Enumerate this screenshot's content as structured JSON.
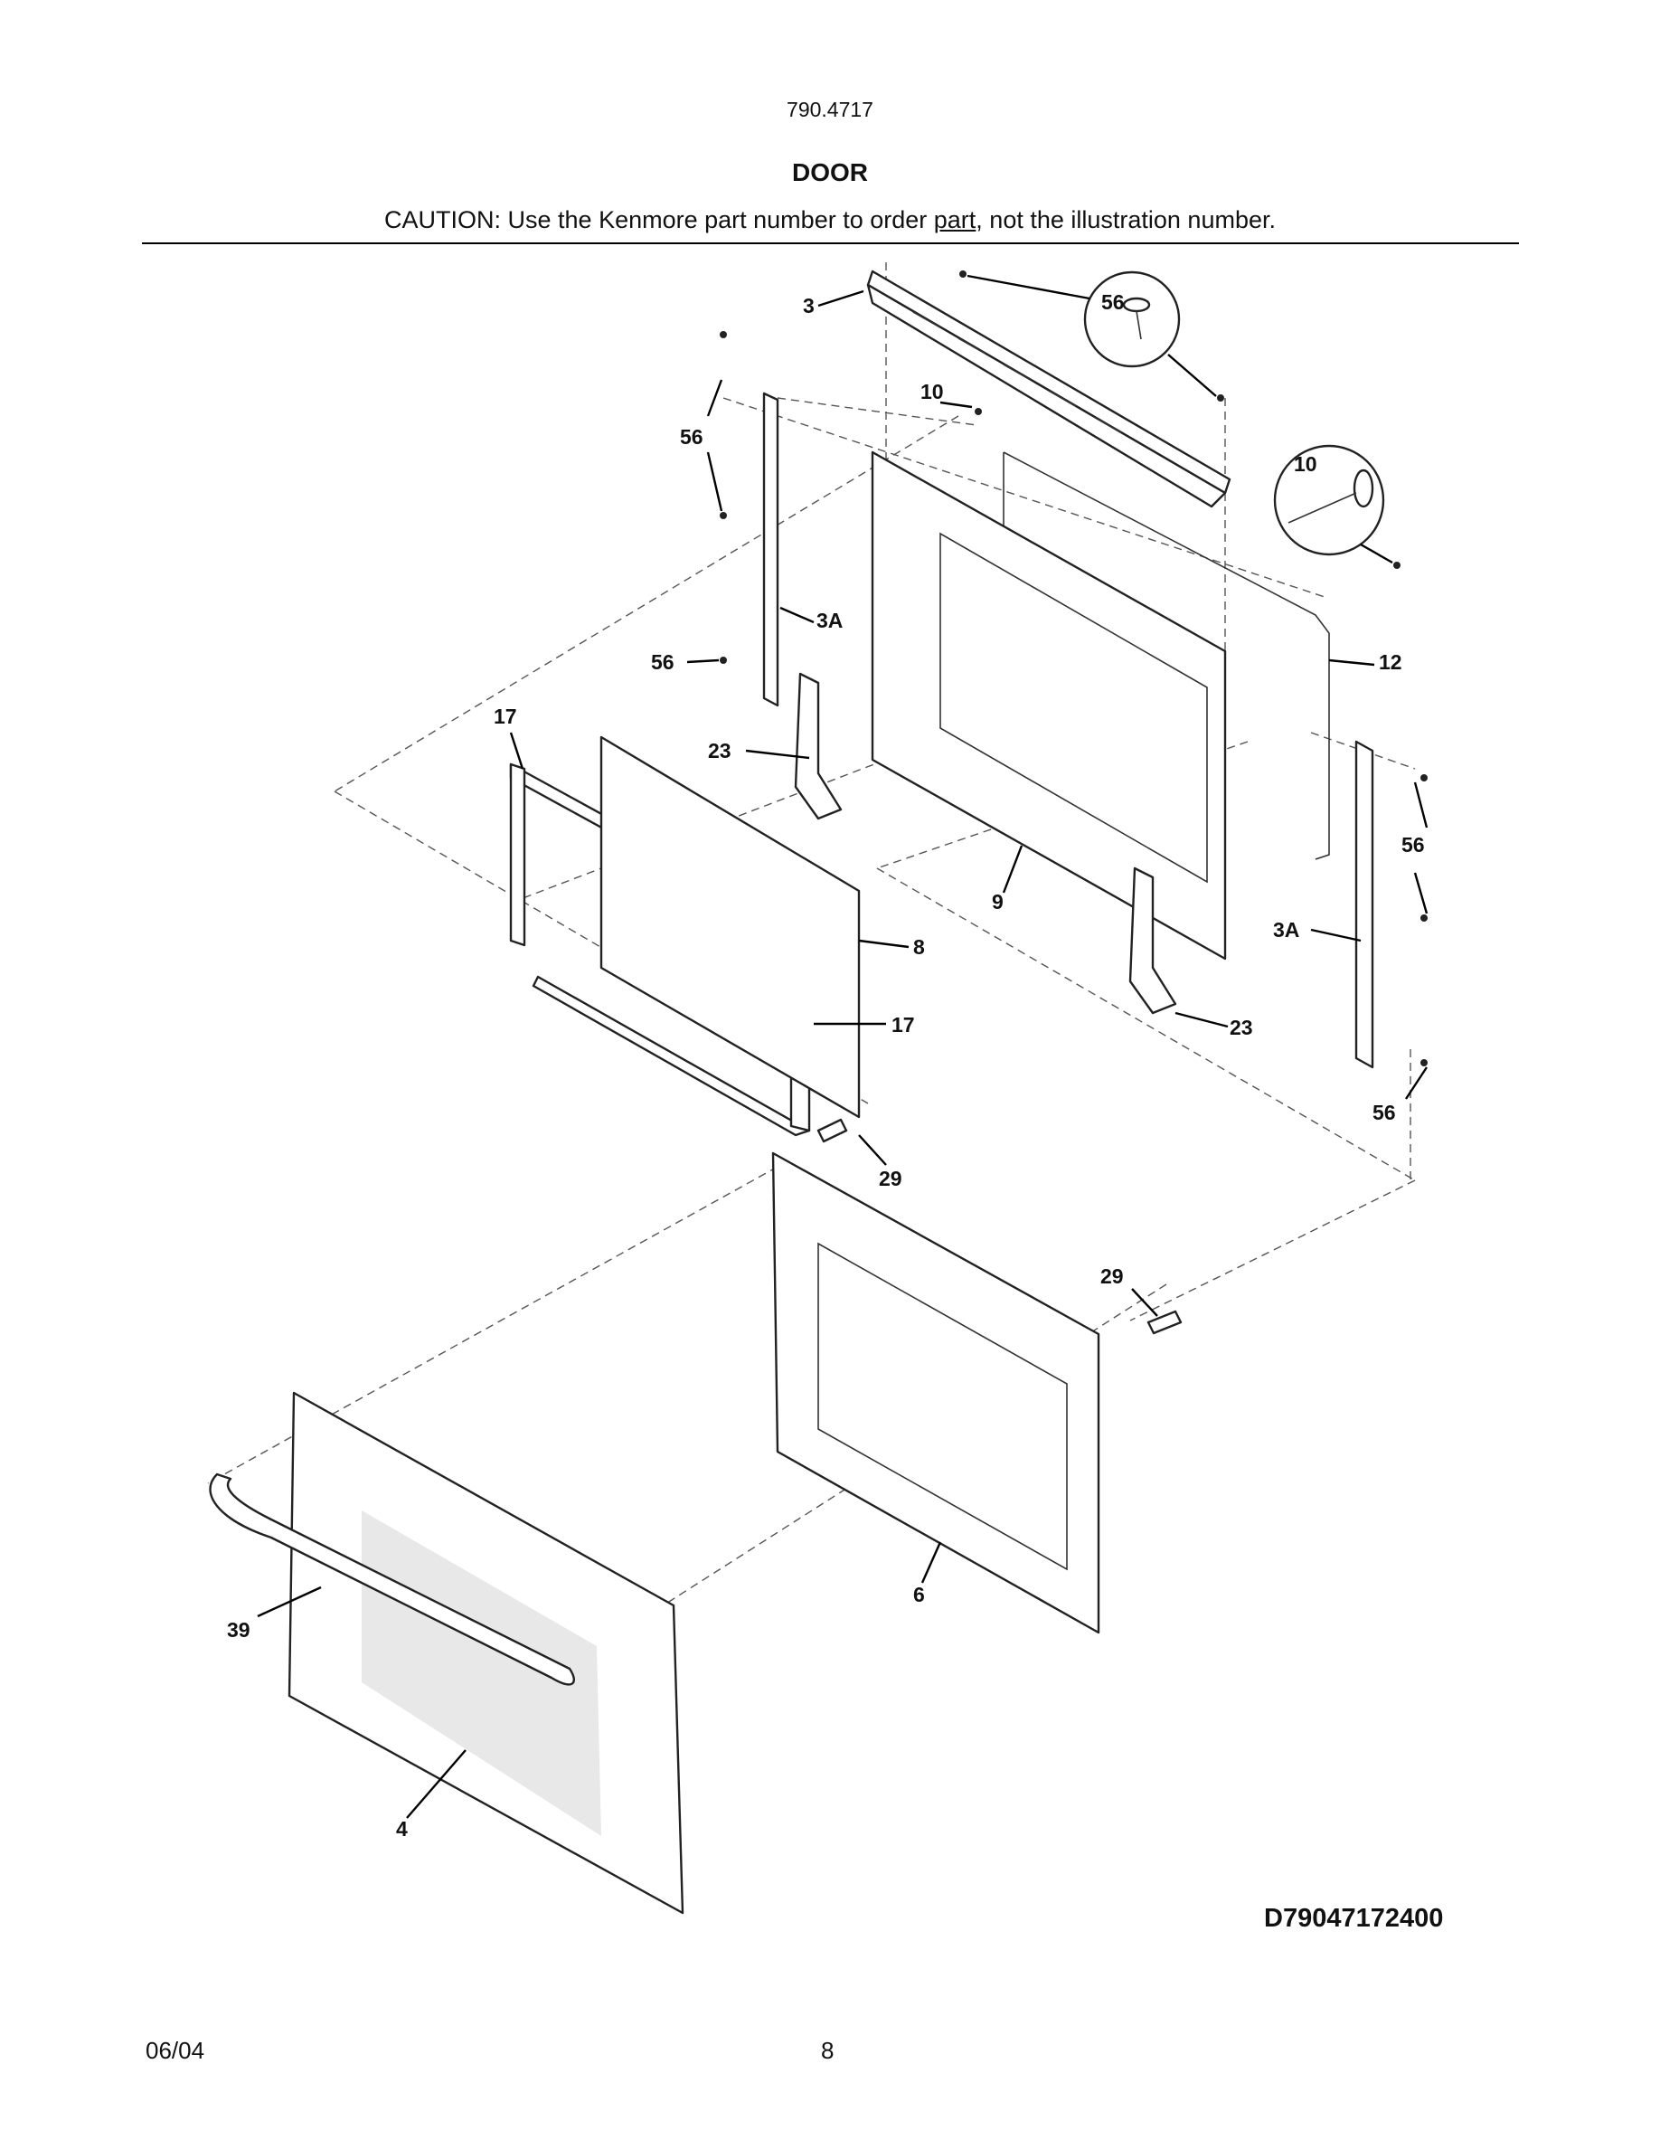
{
  "header": {
    "model_number": "790.4717",
    "title": "DOOR",
    "caution_prefix": "CAUTION: Use the Kenmore part number to order ",
    "caution_underlined": "part",
    "caution_suffix": ", not the illustration number."
  },
  "callouts": {
    "c3": "3",
    "c56_detail": "56",
    "c10_top": "10",
    "c10_detail": "10",
    "c56_left_top": "56",
    "c3A_left": "3A",
    "c56_left_mid": "56",
    "c17_top": "17",
    "c23_left": "23",
    "c12": "12",
    "c56_right_top": "56",
    "c3A_right": "3A",
    "c9": "9",
    "c8": "8",
    "c17_bottom": "17",
    "c23_right": "23",
    "c56_right_bottom": "56",
    "c29_top": "29",
    "c29_right": "29",
    "c6": "6",
    "c39": "39",
    "c4": "4"
  },
  "footer": {
    "drawing_id": "D79047172400",
    "date": "06/04",
    "page_number": "8"
  }
}
